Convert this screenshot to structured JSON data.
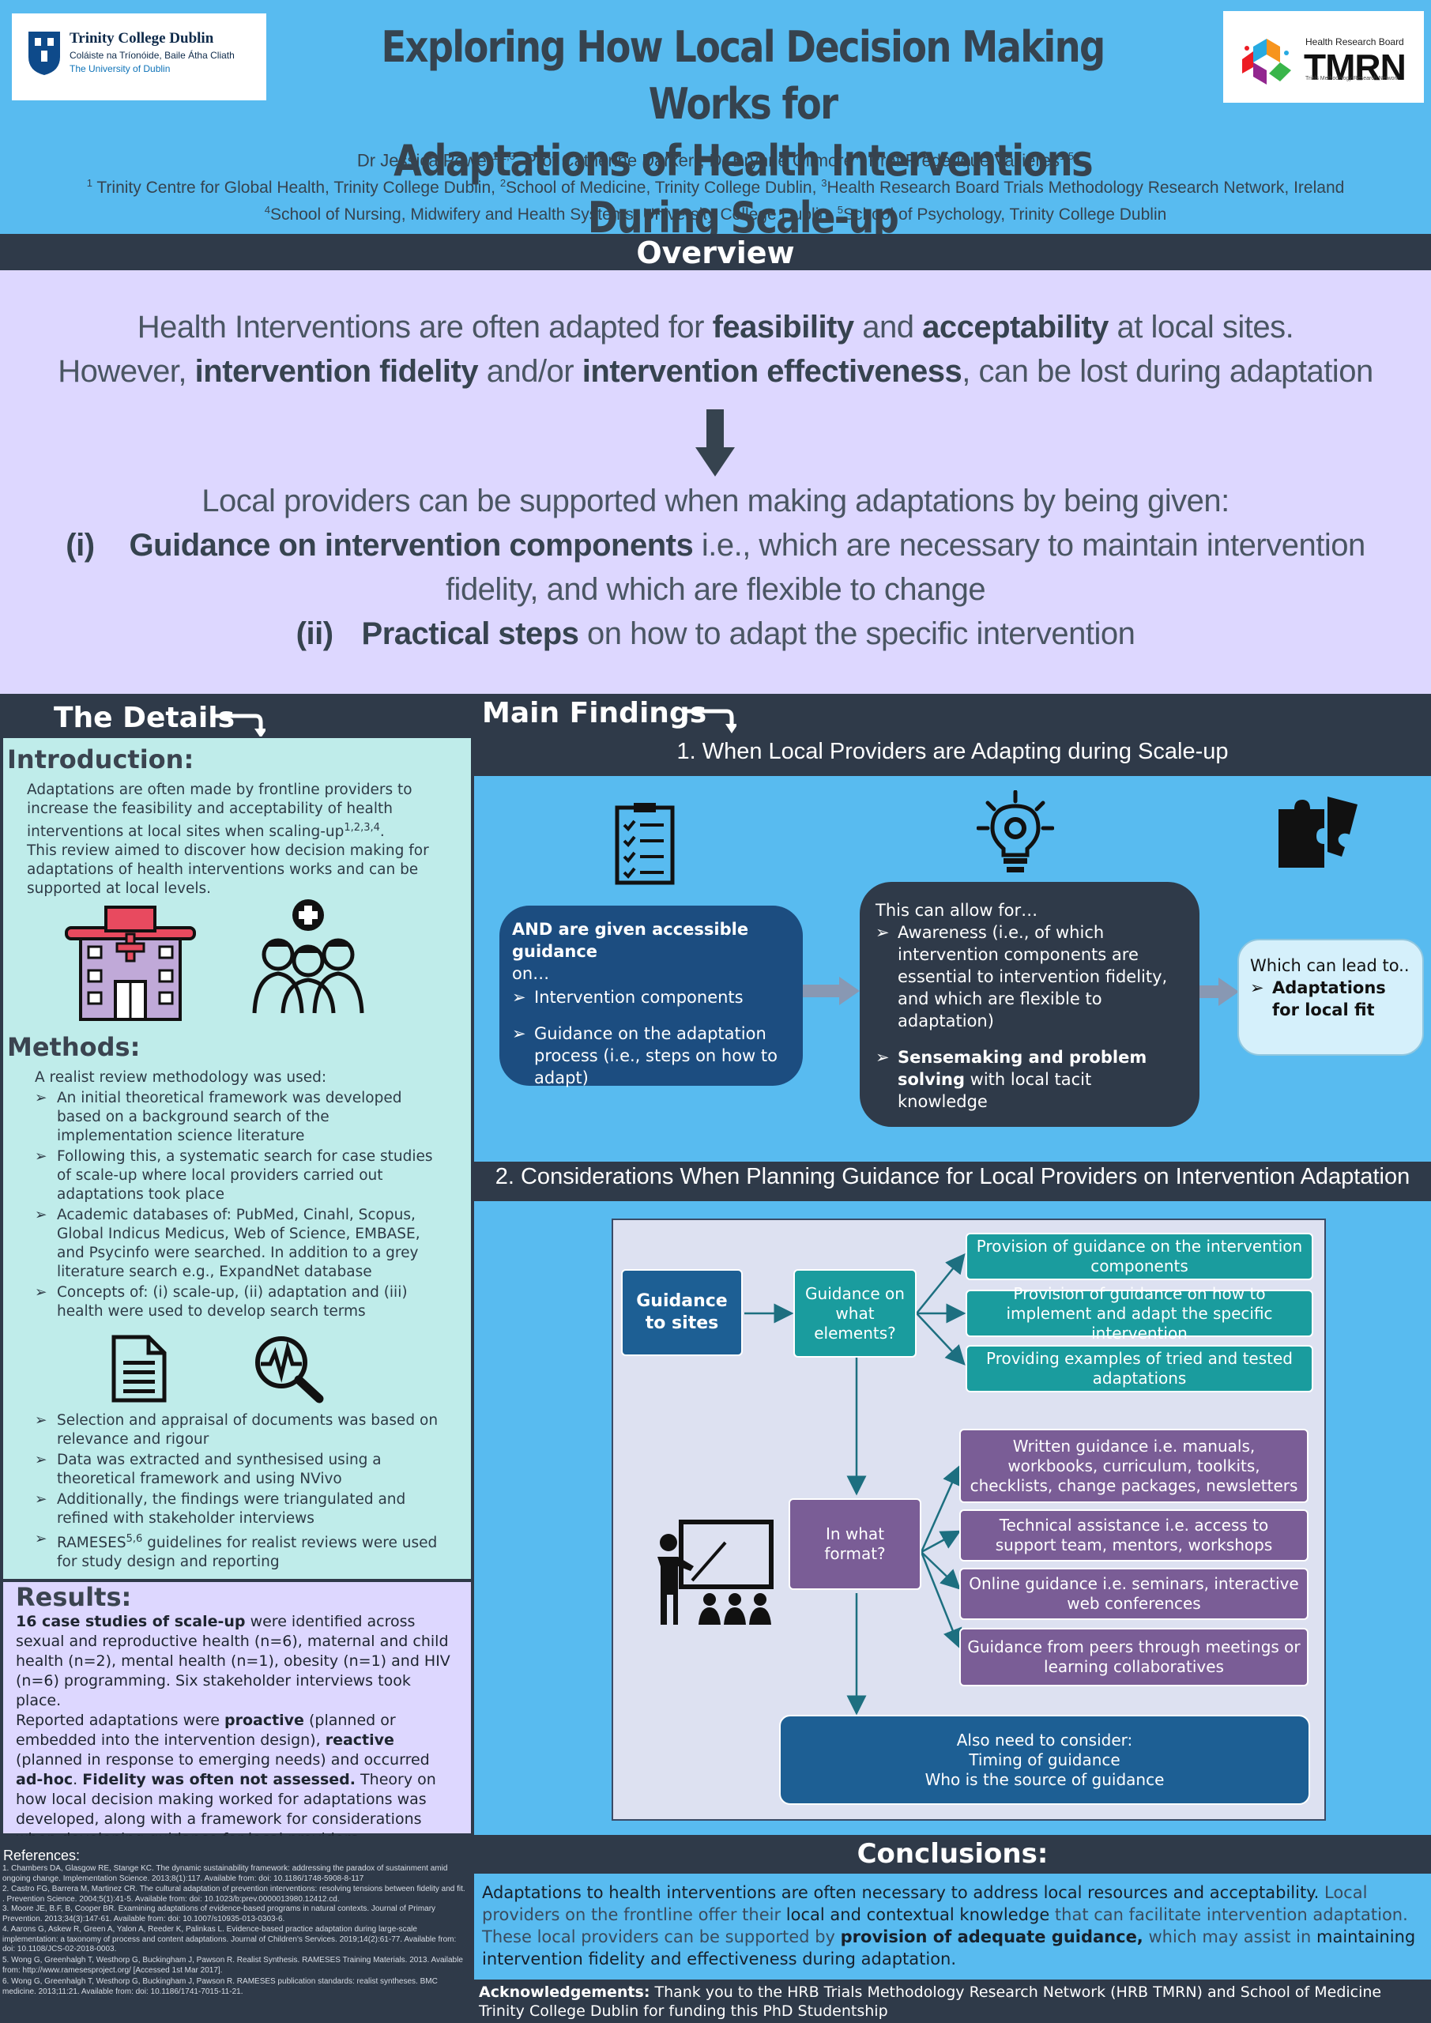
{
  "header": {
    "tcd_logo": {
      "name": "Trinity College Dublin",
      "irish": "Coláiste na Tríonóide, Baile Átha Cliath",
      "sub": "The University of Dublin"
    },
    "hrb_logo": {
      "small": "Health Research Board",
      "big": "TMRN",
      "sub": "Trials Methodology Research Network"
    },
    "title_line1": "Exploring How Local Decision Making Works for",
    "title_line2": "Adaptations of Health Interventions During Scale-up",
    "authors": [
      {
        "name": "Dr Jessica Power",
        "sup": "1,2,3"
      },
      {
        "name": ", Prof Catherine Darker",
        "sup": "2"
      },
      {
        "name": ", Dr Brynne Gilmore",
        "sup": "4"
      },
      {
        "name": ", Prof Frédérique Vallières",
        "sup": "1,5"
      }
    ],
    "affil1": [
      {
        "sup": "1",
        "text": " Trinity Centre for Global Health, Trinity College Dublin, "
      },
      {
        "sup": "2",
        "text": "School of Medicine, Trinity College Dublin, "
      },
      {
        "sup": "3",
        "text": "Health Research Board Trials Methodology Research Network, Ireland"
      }
    ],
    "affil2": [
      {
        "sup": "4",
        "text": "School of Nursing, Midwifery and Health Systems, University College Dublin, "
      },
      {
        "sup": "5",
        "text": "School of Psychology, Trinity College Dublin"
      }
    ]
  },
  "overview": {
    "heading": "Overview",
    "l1a": "Health Interventions are often adapted for ",
    "l1b": "feasibility",
    "l1c": " and ",
    "l1d": "acceptability",
    "l1e": " at local sites.",
    "l2a": "However, ",
    "l2b": "intervention fidelity",
    "l2c": " and/or ",
    "l2d": "intervention effectiveness",
    "l2e": ", can be lost during adaptation",
    "l3": "Local providers can be supported when making adaptations by being given:",
    "i_num": "(i)",
    "i_bold": "Guidance on intervention components",
    "i_rest": " i.e., which are necessary to maintain intervention",
    "i_rest2": "fidelity, and which are flexible to change",
    "ii_num": "(ii)",
    "ii_bold": "Practical steps",
    "ii_rest": " on how to adapt the specific intervention"
  },
  "sections": {
    "details": "The Details",
    "findings": "Main Findings"
  },
  "intro": {
    "heading": "Introduction:",
    "p1": "Adaptations are often made by frontline providers to increase the feasibility and acceptability of health interventions at local sites when scaling-up",
    "p1_sup": "1,2,3,4",
    "p1_end": ".",
    "p2": "This review aimed to discover how decision making for adaptations of health interventions works and can be supported at local levels."
  },
  "methods": {
    "heading": "Methods:",
    "lead": "A realist review methodology was used:",
    "items": [
      "An initial theoretical framework was developed based on a background search of the implementation science literature",
      "Following this, a systematic search for case studies of scale-up where local providers carried out adaptations took place",
      "Academic databases of: PubMed, Cinahl, Scopus, Global Indicus Medicus, Web of Science, EMBASE, and Psycinfo were searched. In addition to a grey literature search e.g., ExpandNet database",
      "Concepts of: (i) scale-up, (ii) adaptation and (iii) health were used to develop search terms"
    ],
    "items2": [
      "Selection and appraisal of documents was based on relevance and rigour",
      "Data was extracted and synthesised using a theoretical framework and using NVivo",
      "Additionally, the findings were triangulated and refined with stakeholder interviews"
    ],
    "last_a": "RAMESES",
    "last_sup": "5,6",
    "last_b": " guidelines for realist reviews were used for study design and reporting"
  },
  "results": {
    "heading": "Results:",
    "p1_bold": "16 case studies of scale-up",
    "p1_rest": " were identified across sexual and reproductive health (n=6), maternal and child health (n=2), mental health (n=1), obesity (n=1) and HIV (n=6) programming. Six stakeholder interviews took place.",
    "p2_a": "Reported adaptations were ",
    "p2_b": "proactive",
    "p2_c": " (planned or embedded into the intervention design), ",
    "p2_d": "reactive",
    "p2_e": " (planned in response to emerging needs) and occurred ",
    "p2_f": "ad-hoc",
    "p2_g": ". ",
    "p2_h": "Fidelity was often not assessed.",
    "p2_i": " Theory on how local decision making worked for adaptations was developed, along with a framework for considerations when developing guidance for local providers."
  },
  "finding1": {
    "title": "1. When Local Providers are Adapting during Scale-up",
    "box1_title": "AND are given accessible guidance",
    "box1_on": "on…",
    "box1_items": [
      "Intervention components",
      "Guidance on the adaptation process (i.e., steps on how to adapt)"
    ],
    "box2_title": "This can allow for…",
    "box2_item1": "Awareness (i.e., of which intervention components are essential to intervention fidelity, and which are flexible to adaptation)",
    "box2_item2_bold": "Sensemaking and problem solving",
    "box2_item2_rest": " with local tacit knowledge",
    "box3_title": "Which can lead to..",
    "box3_item": "Adaptations for local fit"
  },
  "finding2": {
    "title": "2. Considerations When Planning Guidance for Local Providers on Intervention Adaptation",
    "guidance_sites": "Guidance to sites",
    "what_elements": "Guidance on what elements?",
    "elements": [
      "Provision of guidance on the intervention components",
      "Provision of guidance on how to implement and adapt the specific intervention",
      "Providing examples of tried and tested adaptations"
    ],
    "what_format": "In what format?",
    "formats": [
      "Written guidance i.e. manuals, workbooks, curriculum, toolkits, checklists, change packages, newsletters",
      "Technical assistance i.e. access to support team, mentors, workshops",
      "Online guidance i.e. seminars, interactive web conferences",
      "Guidance from peers through meetings or learning collaboratives"
    ],
    "also_l1": "Also need to consider:",
    "also_l2": "Timing of guidance",
    "also_l3": "Who is the source of guidance"
  },
  "references": {
    "heading": "References:",
    "items": [
      "1. Chambers DA, Glasgow RE, Stange KC. The dynamic sustainability framework: addressing the paradox of sustainment amid ongoing change. Implementation Science. 2013;8(1):117. Available from: doi: 10.1186/1748-5908-8-117",
      "2. Castro FG, Barrera M, Martinez CR. The cultural adaptation of prevention interventions: resolving tensions between fidelity and fit. . Prevention Science. 2004;5(1):41-5. Available from: doi: 10.1023/b:prev.0000013980.12412.cd.",
      "3. Moore JE, B.F, B, Cooper BR. Examining adaptations of evidence-based programs in natural contexts. Journal of Primary Prevention. 2013;34(3):147-61. Available from: doi: 10.1007/s10935-013-0303-6.",
      "4. Aarons G, Askew R, Green A, Yalon A, Reeder K, Palinkas L. Evidence-based practice adaptation during large-scale implementation: a taxonomy of process and content adaptations. Journal of Children's Services. 2019;14(2):61-77. Available from: doi: 10.1108/JCS-02-2018-0003.",
      "5. Wong G, Greenhalgh T, Westhorp G, Buckingham J, Pawson R. Realist Synthesis. RAMESES Training Materials. 2013. Available from: http://www.ramesesproject.org/ [Accessed 1st Mar 2017].",
      "6. Wong G, Greenhalgh T, Westhorp G, Buckingham J, Pawson R. RAMESES publication standards: realist syntheses. BMC medicine. 2013;11:21. Available from: doi: 10.1186/1741-7015-11-21."
    ]
  },
  "conclusions": {
    "heading": "Conclusions:",
    "a": "Adaptations to health interventions are often necessary to address local resources and acceptability.",
    "b": " Local providers on the frontline offer their ",
    "c": "local and contextual knowledge",
    "d": " that can facilitate intervention adaptation. These local providers can be supported by ",
    "e": "provision of adequate guidance,",
    "f": " which may assist in ",
    "g": "maintaining intervention fidelity and effectiveness during adaptation.",
    "ack_bold": "Acknowledgements:",
    "ack_rest": " Thank you to the HRB Trials Methodology Research Network (HRB TMRN) and School of Medicine Trinity College Dublin for funding this PhD Studentship"
  },
  "colors": {
    "header_blue": "#58bbf0",
    "dark_slate": "#2f3a49",
    "lavender": "#ddd7ff",
    "mint": "#bfecea",
    "teal": "#1a9c9e",
    "purple": "#7a5d96",
    "navy": "#1d5f94"
  }
}
